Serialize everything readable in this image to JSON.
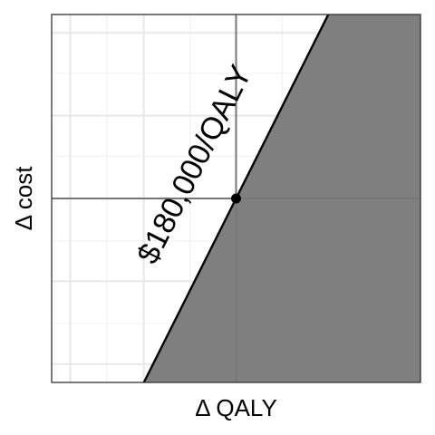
{
  "chart_data": {
    "type": "line",
    "title": "",
    "xlabel": "Δ QALY",
    "ylabel": "Δ cost",
    "xlim": [
      -1,
      1
    ],
    "ylim": [
      -1,
      1
    ],
    "grid": true,
    "ticks_labeled": false,
    "origin": {
      "x": 0,
      "y": 0
    },
    "threshold_line": {
      "slope": 2.0,
      "label": "$180,000/QALY",
      "shaded_side": "right",
      "shade_color": "#7f7f7f"
    },
    "colors": {
      "major_grid": "#e8e8e8",
      "minor_grid": "#f3f3f3",
      "zero_axes": "#777777",
      "line": "#000000",
      "border": "#333333"
    }
  }
}
